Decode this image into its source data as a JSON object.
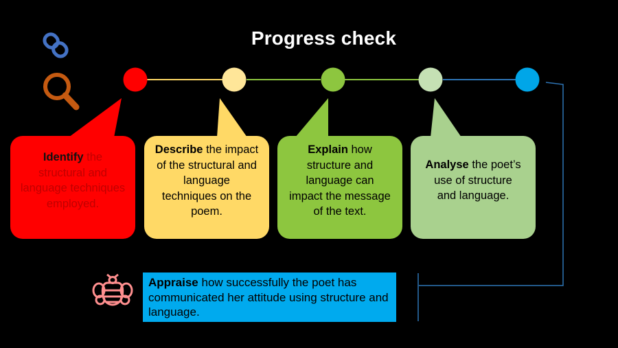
{
  "slide": {
    "title": "Progress check",
    "steps": [
      {
        "keyword": "Identify",
        "text": "the structural and language techniques employed."
      },
      {
        "keyword": "Describe",
        "text": "the impact of the structural and language techniques on the poem."
      },
      {
        "keyword": "Explain",
        "text": "how structure and language can impact the message of the text."
      },
      {
        "keyword": "Analyse",
        "text": "the poet’s use of structure and language."
      }
    ],
    "appraise": {
      "keyword": "Appraise",
      "text": "how successfully the poet has communicated her attitude using structure and language."
    },
    "colors": {
      "background": "#000000",
      "step1": "#ff0000",
      "step2": "#ffd966",
      "step3": "#8dc63f",
      "step4": "#a9d18e",
      "step5": "#00a6e8",
      "appraise_box": "#00aaee",
      "link_icon": "#4472c4",
      "search_icon": "#c55a11",
      "bee_icon": "#ff8f8f"
    },
    "icons": [
      "link-icon",
      "magnifier-icon",
      "bee-icon"
    ]
  }
}
